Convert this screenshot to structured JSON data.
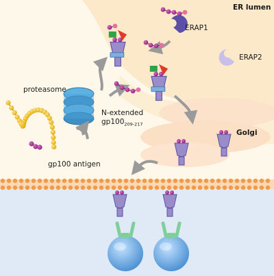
{
  "labels": {
    "er_lumen": "ER lumen",
    "erap1": "ERAP1",
    "erap2": "ERAP2",
    "proteasome": "proteasome",
    "n_extended": "N-extended",
    "gp100_main": "gp100",
    "gp100_sub": "209-217",
    "golgi": "Golgi",
    "gp100_antigen": "gp100 antigen"
  },
  "colors": {
    "cytosol": "#fdf6e4",
    "er_lumen": "#fbe8c6",
    "golgi": "#fce0c8",
    "membrane": "#f09a4a",
    "extracellular": "#dceaf7",
    "peptide": "#a2338f",
    "peptide_light": "#e86fa0",
    "yellow_bead": "#f2c21a",
    "erap": "#5b4fa8",
    "erap2": "#c9bfe8",
    "mhc": "#9a8bc9",
    "b2m": "#7fb0dd",
    "tcr": "#7fcf9a",
    "tcell": "#5b9bd8",
    "proteasome": "#4ea3d6",
    "green_chap": "#2fa24a",
    "red_chap": "#e23a2a",
    "arrow": "#9a9a9a"
  }
}
